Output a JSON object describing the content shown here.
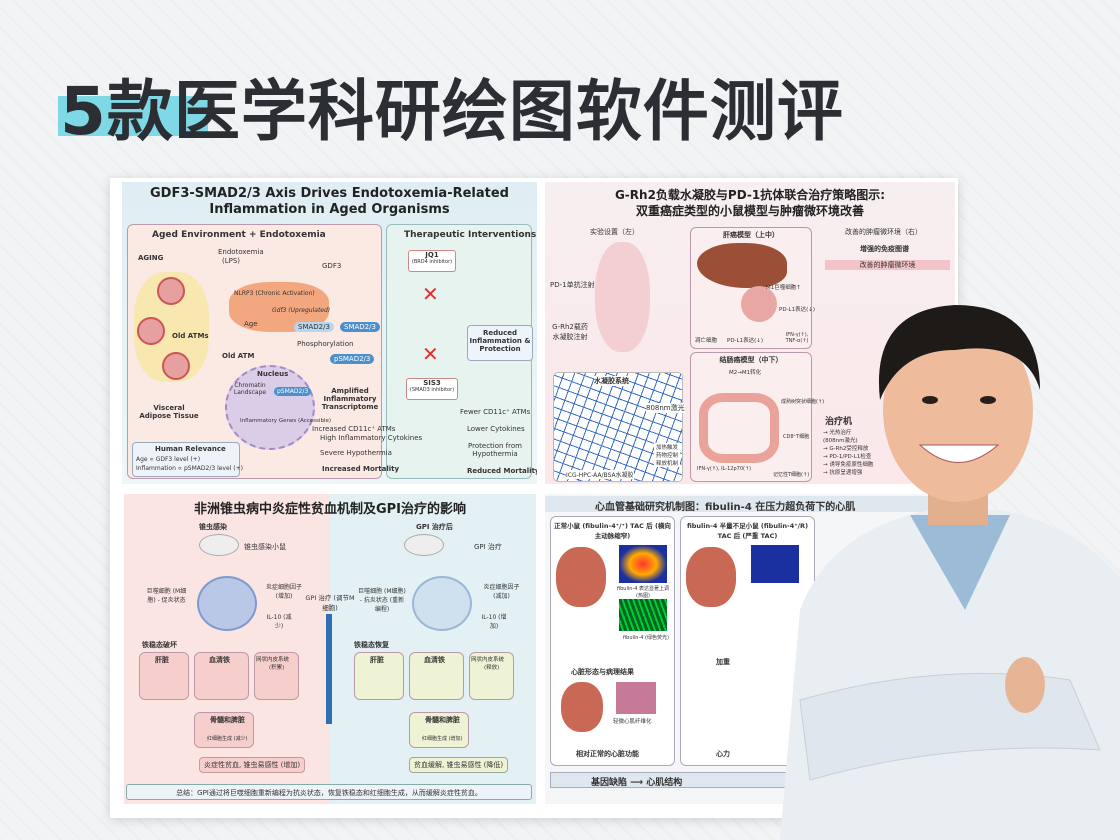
{
  "cover_title": "5款医学科研绘图软件测评",
  "colors": {
    "highlight": "#7fd8e6",
    "title": "#2b2f33"
  },
  "panel1": {
    "title_line1": "GDF3-SMAD2/3 Axis Drives Endotoxemia-Related",
    "title_line2": "Inflammation in Aged Organisms",
    "left_header": "Aged Environment + Endotoxemia",
    "right_header": "Therapeutic Interventions",
    "aging": "AGING",
    "endotoxemia": "Endotoxemia",
    "lps": "(LPS)",
    "old_atms": "Old ATMs",
    "visceral": "Visceral Adipose Tissue",
    "gdf3": "GDF3",
    "nlrp3": "NLRP3 (Chronic Activation)",
    "gdf3_gene": "Gdf3 (Upregulated)",
    "age": "Age",
    "smad1": "SMAD2/3",
    "smad2": "SMAD2/3",
    "phos": "Phosphorylation",
    "psmad": "pSMAD2/3",
    "old_atm": "Old ATM",
    "nucleus": "Nucleus",
    "chromatin": "Chromatin Landscape",
    "psmad_nuc": "pSMAD2/3",
    "genes": "Inflammatory Genes (Accessible)",
    "amplified": "Amplified Inflammatory Transcriptome",
    "outcomes": [
      "Increased CD11c⁺ ATMs",
      "High Inflammatory Cytokines",
      "Severe Hypothermia"
    ],
    "mortality": "Increased Mortality",
    "human_title": "Human Relevance",
    "human_1": "Age ∝ GDF3 level (+)",
    "human_2": "Inflammation ∝ pSMAD2/3 level (+)",
    "jq1": "JQ1",
    "jq1_sub": "(BRD4 inhibitor)",
    "sis3": "SIS3",
    "sis3_sub": "(SMAD3 inhibitor)",
    "reduced": "Reduced Inflammation & Protection",
    "benefits": [
      "Fewer CD11c⁺ ATMs",
      "Lower Cytokines",
      "Protection from Hypothermia"
    ],
    "reduced_mortality": "Reduced Mortality"
  },
  "panel2": {
    "title_line1": "G-Rh2负载水凝胶与PD-1抗体联合治疗策略图示:",
    "title_line2": "双重癌症类型的小鼠模型与肿瘤微环境改善",
    "setup": "实验设置（左）",
    "pd1": "PD-1单抗注射",
    "grh2": "G-Rh2载药水凝胶注射",
    "hydrogel": "水凝胶系统",
    "laser": "808nm激光",
    "heat": "加热触发药物控制释放机制",
    "hydrogel_name": "ICG-HPC-AA/BSA水凝胶",
    "liver": "肝癌模型（上中）",
    "m1": "M1巨噬细胞↑",
    "pdl1_down": "PD-L1表达(↓)",
    "apoptosis": "凋亡细胞",
    "pdl1_expr": "PD-L1表达(↓)",
    "ifn": "IFN-γ(↑), TNF-α(↑)",
    "colon": "结肠癌模型（中下）",
    "m2m1": "M2→M1转化",
    "dc": "成熟树突状细胞(↑)",
    "cd8": "CD8⁺T细胞",
    "ifn2": "IFN-γ(↑), IL-12p70(↑)",
    "memory": "记忆性T细胞(↑)",
    "right_header": "改善的肿瘤微环境（右）",
    "immune": "增强的免疫图谱",
    "improved": "改善的肿瘤微环境",
    "mech_title": "治疗机",
    "mech": [
      "→ 光热治疗",
      "(808nm激光)",
      "→ G-Rh2受控释放",
      "→ PD-1/PD-L1检查",
      "→ 诱导免疫原性细胞",
      "→ 抗原呈递增强"
    ]
  },
  "panel3": {
    "title": "非洲锥虫病中炎症性贫血机制及GPI治疗的影响",
    "left_header": "锥虫感染",
    "right_header": "GPI 治疗后",
    "mouse_l": "锥虫感染小鼠",
    "mouse_r": "GPI 治疗",
    "mac_l": "巨噬细胞 (M细胞) - 促炎状态",
    "cyto_l": "炎症细胞因子 (增加)",
    "il10_l": "IL-10 (减少)",
    "mac_r": "巨噬细胞 (M细胞) - 抗炎状态 (重新编程)",
    "cyto_r": "炎症细胞因子 (减加)",
    "il10_r": "IL-10 (增加)",
    "gpi_mid": "GPI 治疗 (调节M细胞)",
    "iron_l": "铁稳态破坏",
    "iron_r": "铁稳态恢复",
    "liver": "肝脏",
    "serum": "血清铁",
    "res": "网状内皮系统",
    "res_l": "(积累)",
    "res_r": "(释放)",
    "bone": "骨髓和脾脏",
    "rbc_l": "红细胞生成 (减少)",
    "rbc_r": "红细胞生成 (增加)",
    "out_l": "炎症性贫血, 锥虫易感性 (增加)",
    "out_r": "贫血缓解, 锥虫易感性 (降低)",
    "summary": "总结：GPI通过将巨噬细胞重新编程为抗炎状态，恢复铁稳态和红细胞生成，从而缓解炎症性贫血。"
  },
  "panel4": {
    "title": "心血管基础研究机制图：fibulin-4 在压力超负荷下的心肌",
    "col1_title": "正常小鼠 (fibulin-4⁺/⁺) TAC 后 (横向主动脉缩窄)",
    "col2_title": "fibulin-4 半量不足小鼠 (fibulin-4⁺/R) TAC 后 (严重 TAC)",
    "heatmap": "fibulin-4 表达显著上调 (热图)",
    "fluor": "fibulin-4 (绿色荧光)",
    "morph": "心脏形态与病理结果",
    "fibrosis": "轻微心肌纤维化",
    "normal": "相对正常的心脏功能",
    "worse": "加重",
    "col2_bottom": "心力",
    "bottom_left": "基因缺陷",
    "bottom_right": "心肌结构"
  }
}
